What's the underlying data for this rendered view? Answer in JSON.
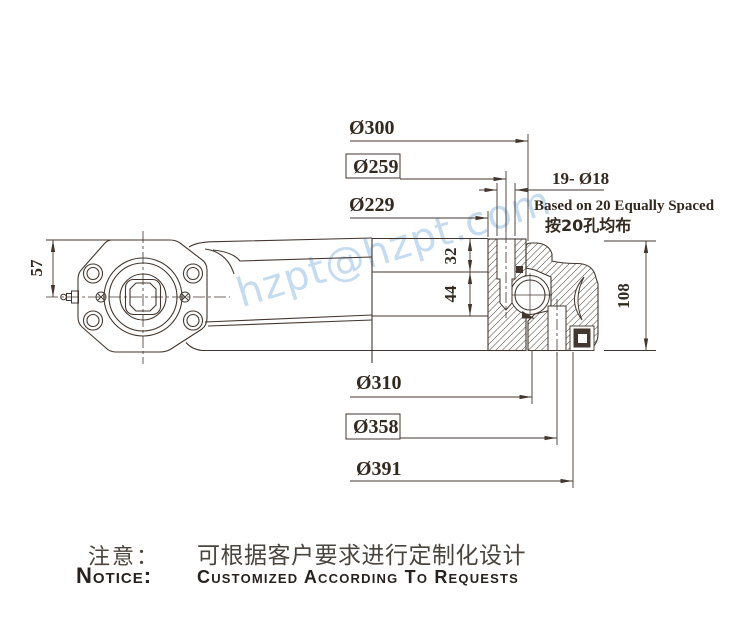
{
  "watermark": {
    "text": "hzpt@hzpt.com",
    "color": "#96bee4"
  },
  "line_color": "#43362e",
  "dims": {
    "d300": "Ø300",
    "d259": "Ø259",
    "d229": "Ø229",
    "holes": "19- Ø18",
    "holes_note_en": "Based on 20 Equally Spaced",
    "holes_note_zh": "按20孔均布",
    "h57": "57",
    "h32": "32",
    "h44": "44",
    "h108": "108",
    "d310": "Ø310",
    "d358": "Ø358",
    "d391": "Ø391"
  },
  "notice": {
    "zh_label": "注意：",
    "zh_text": "可根据客户要求进行定制化设计",
    "en_label": "Notice:",
    "en_text": "Customized According To Requests"
  }
}
